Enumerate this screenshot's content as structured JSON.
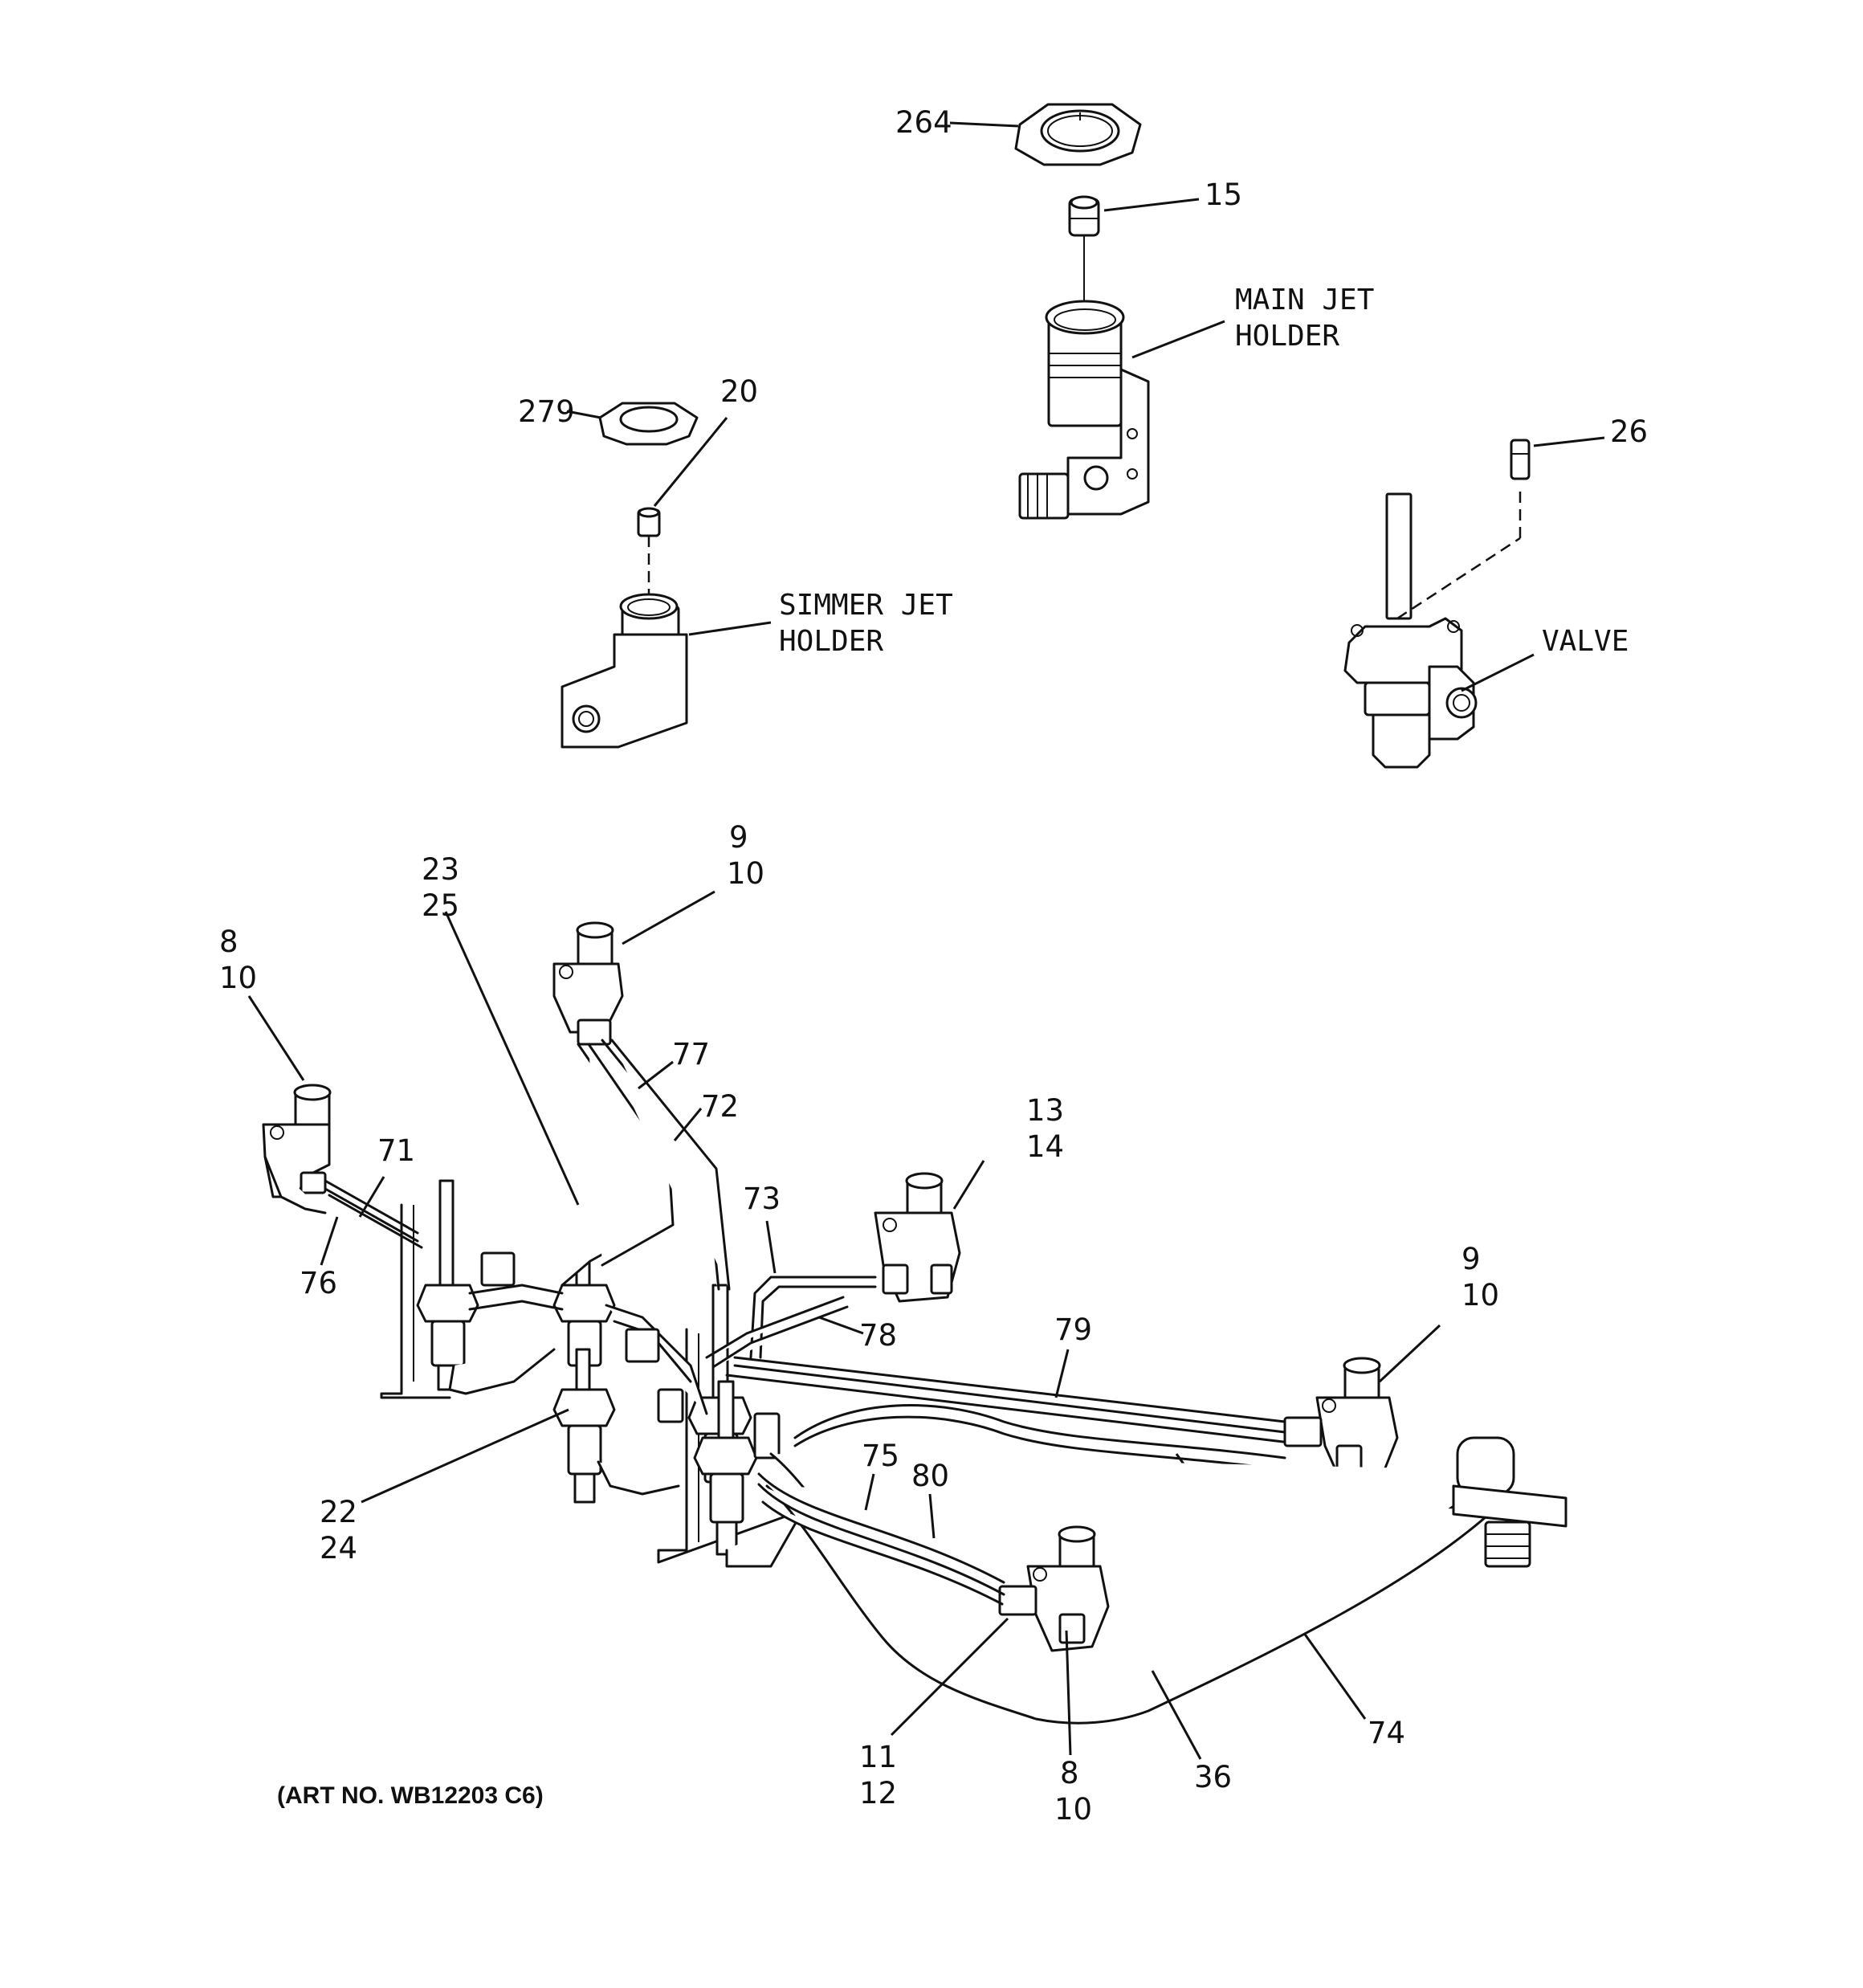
{
  "labels": {
    "l264": "264",
    "l15": "15",
    "main_jet_1": "MAIN JET",
    "main_jet_2": "HOLDER",
    "l279": "279",
    "l20": "20",
    "l26": "26",
    "simmer_1": "SIMMER JET",
    "simmer_2": "HOLDER",
    "valve": "VALVE",
    "l9a": "9",
    "l10a": "10",
    "l23": "23",
    "l25": "25",
    "l8a": "8",
    "l10b": "10",
    "l77": "77",
    "l72": "72",
    "l71": "71",
    "l13": "13",
    "l14": "14",
    "l73": "73",
    "l76": "76",
    "l78": "78",
    "l79": "79",
    "l9b": "9",
    "l10c": "10",
    "l75": "75",
    "l80": "80",
    "l22": "22",
    "l24": "24",
    "l74": "74",
    "l11": "11",
    "l12": "12",
    "l8b": "8",
    "l10d": "10",
    "l36": "36"
  },
  "art_number": "(ART NO. WB12203 C6)"
}
